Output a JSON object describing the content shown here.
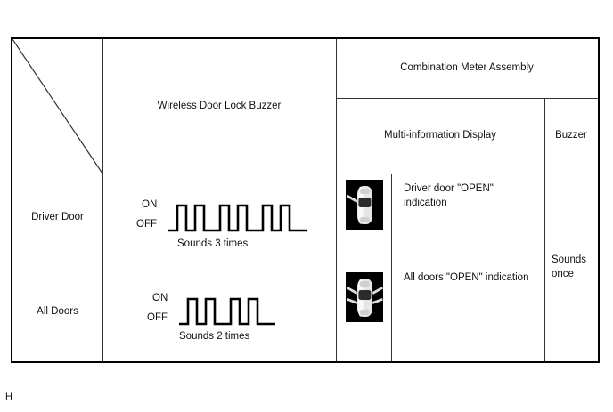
{
  "figure": {
    "page_mark": "H"
  },
  "table": {
    "headers": {
      "corner": "",
      "wireless_buzzer": "Wireless Door Lock Buzzer",
      "combination_meter": "Combination Meter Assembly",
      "multi_info_display": "Multi-information Display",
      "buzzer": "Buzzer"
    },
    "rows": [
      {
        "condition": "Driver Door",
        "wave": {
          "on_label": "ON",
          "off_label": "OFF",
          "caption": "Sounds 3 times",
          "groups": 3,
          "pulses_per_group": 2
        },
        "icon_name": "car-driver-door-open-icon",
        "display_text": "Driver door \"OPEN\" indication"
      },
      {
        "condition": "All Doors",
        "wave": {
          "on_label": "ON",
          "off_label": "OFF",
          "caption": "Sounds 2 times",
          "groups": 2,
          "pulses_per_group": 2
        },
        "icon_name": "car-all-doors-open-icon",
        "display_text": "All doors \"OPEN\" indication"
      }
    ],
    "buzzer_value": "Sounds once"
  },
  "colors": {
    "border": "#333333",
    "outer_border": "#000000",
    "text": "#111111",
    "icon_background": "#000000",
    "car_body": "#e8e8e8",
    "car_glass": "#2b2b2b"
  }
}
